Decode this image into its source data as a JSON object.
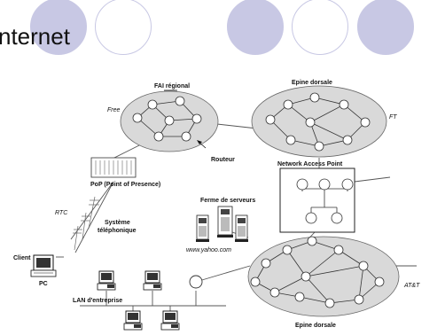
{
  "slide": {
    "title": "nternet"
  },
  "labels": {
    "fai_regional": "FAI régional",
    "free": "Free",
    "epine_dorsale_top": "Epine dorsale",
    "ft": "FT",
    "routeur": "Routeur",
    "network_access_point": "Network Access Point",
    "pop": "PoP (Point of Presence)",
    "rtc": "RTC",
    "systeme": "Système",
    "telephonique": "téléphonique",
    "ferme_de_serveurs": "Ferme de serveurs",
    "www_yahoo": "www.yahoo.com",
    "client": "Client",
    "pc": "PC",
    "att": "AT&T",
    "lan_entreprise": "LAN d'entreprise",
    "epine_dorsale_bottom": "Epine dorsale"
  },
  "colors": {
    "cloud_fill": "#d9d9d9",
    "deco_circle": "#c8c8e4",
    "line": "#555555"
  }
}
